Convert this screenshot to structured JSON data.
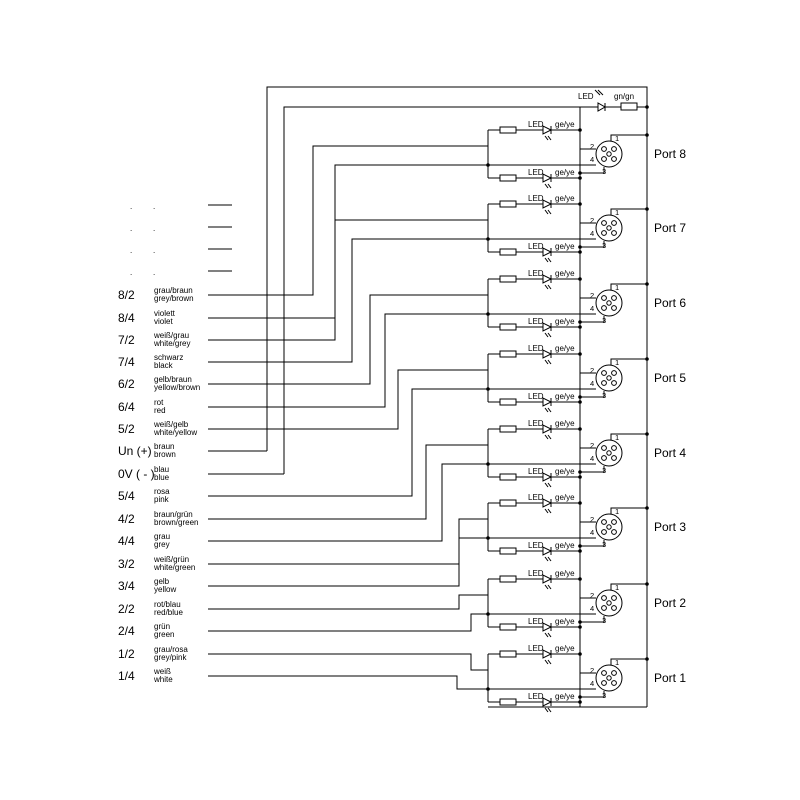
{
  "top_led": {
    "label": "LED",
    "color": "gn/gn"
  },
  "ports": [
    {
      "name": "Port 8",
      "led_upper": {
        "label": "LED",
        "color": "ge/ye"
      },
      "led_lower": {
        "label": "LED",
        "color": "ge/ye"
      }
    },
    {
      "name": "Port 7",
      "led_upper": {
        "label": "LED",
        "color": "ge/ye"
      },
      "led_lower": {
        "label": "LED",
        "color": "ge/ye"
      }
    },
    {
      "name": "Port 6",
      "led_upper": {
        "label": "LED",
        "color": "ge/ye"
      },
      "led_lower": {
        "label": "LED",
        "color": "ge/ye"
      }
    },
    {
      "name": "Port 5",
      "led_upper": {
        "label": "LED",
        "color": "ge/ye"
      },
      "led_lower": {
        "label": "LED",
        "color": "ge/ye"
      }
    },
    {
      "name": "Port 4",
      "led_upper": {
        "label": "LED",
        "color": "ge/ye"
      },
      "led_lower": {
        "label": "LED",
        "color": "ge/ye"
      }
    },
    {
      "name": "Port 3",
      "led_upper": {
        "label": "LED",
        "color": "ge/ye"
      },
      "led_lower": {
        "label": "LED",
        "color": "ge/ye"
      }
    },
    {
      "name": "Port 2",
      "led_upper": {
        "label": "LED",
        "color": "ge/ye"
      },
      "led_lower": {
        "label": "LED",
        "color": "ge/ye"
      }
    },
    {
      "name": "Port 1",
      "led_upper": {
        "label": "LED",
        "color": "ge/ye"
      },
      "led_lower": {
        "label": "LED",
        "color": "ge/ye"
      }
    }
  ],
  "pins": {
    "p1": "1",
    "p2": "2",
    "p3": "3",
    "p4": "4"
  },
  "placeholders": [
    {
      "a": ".",
      "b": "."
    },
    {
      "a": ".",
      "b": "."
    },
    {
      "a": ".",
      "b": "."
    },
    {
      "a": ".",
      "b": "."
    }
  ],
  "wires": [
    {
      "code": "8/2",
      "de": "grau/braun",
      "en": "grey/brown"
    },
    {
      "code": "8/4",
      "de": "violett",
      "en": "violet"
    },
    {
      "code": "7/2",
      "de": "weiß/grau",
      "en": "white/grey"
    },
    {
      "code": "7/4",
      "de": "schwarz",
      "en": "black"
    },
    {
      "code": "6/2",
      "de": "gelb/braun",
      "en": "yellow/brown"
    },
    {
      "code": "6/4",
      "de": "rot",
      "en": "red"
    },
    {
      "code": "5/2",
      "de": "weiß/gelb",
      "en": "white/yellow"
    },
    {
      "code": "Un (+)",
      "de": "braun",
      "en": "brown"
    },
    {
      "code": "0V ( - )",
      "de": "blau",
      "en": "blue"
    },
    {
      "code": "5/4",
      "de": "rosa",
      "en": "pink"
    },
    {
      "code": "4/2",
      "de": "braun/grün",
      "en": "brown/green"
    },
    {
      "code": "4/4",
      "de": "grau",
      "en": "grey"
    },
    {
      "code": "3/2",
      "de": "weiß/grün",
      "en": "white/green"
    },
    {
      "code": "3/4",
      "de": "gelb",
      "en": "yellow"
    },
    {
      "code": "2/2",
      "de": "rot/blau",
      "en": "red/blue"
    },
    {
      "code": "2/4",
      "de": "grün",
      "en": "green"
    },
    {
      "code": "1/2",
      "de": "grau/rosa",
      "en": "grey/pink"
    },
    {
      "code": "1/4",
      "de": "weiß",
      "en": "white"
    }
  ]
}
